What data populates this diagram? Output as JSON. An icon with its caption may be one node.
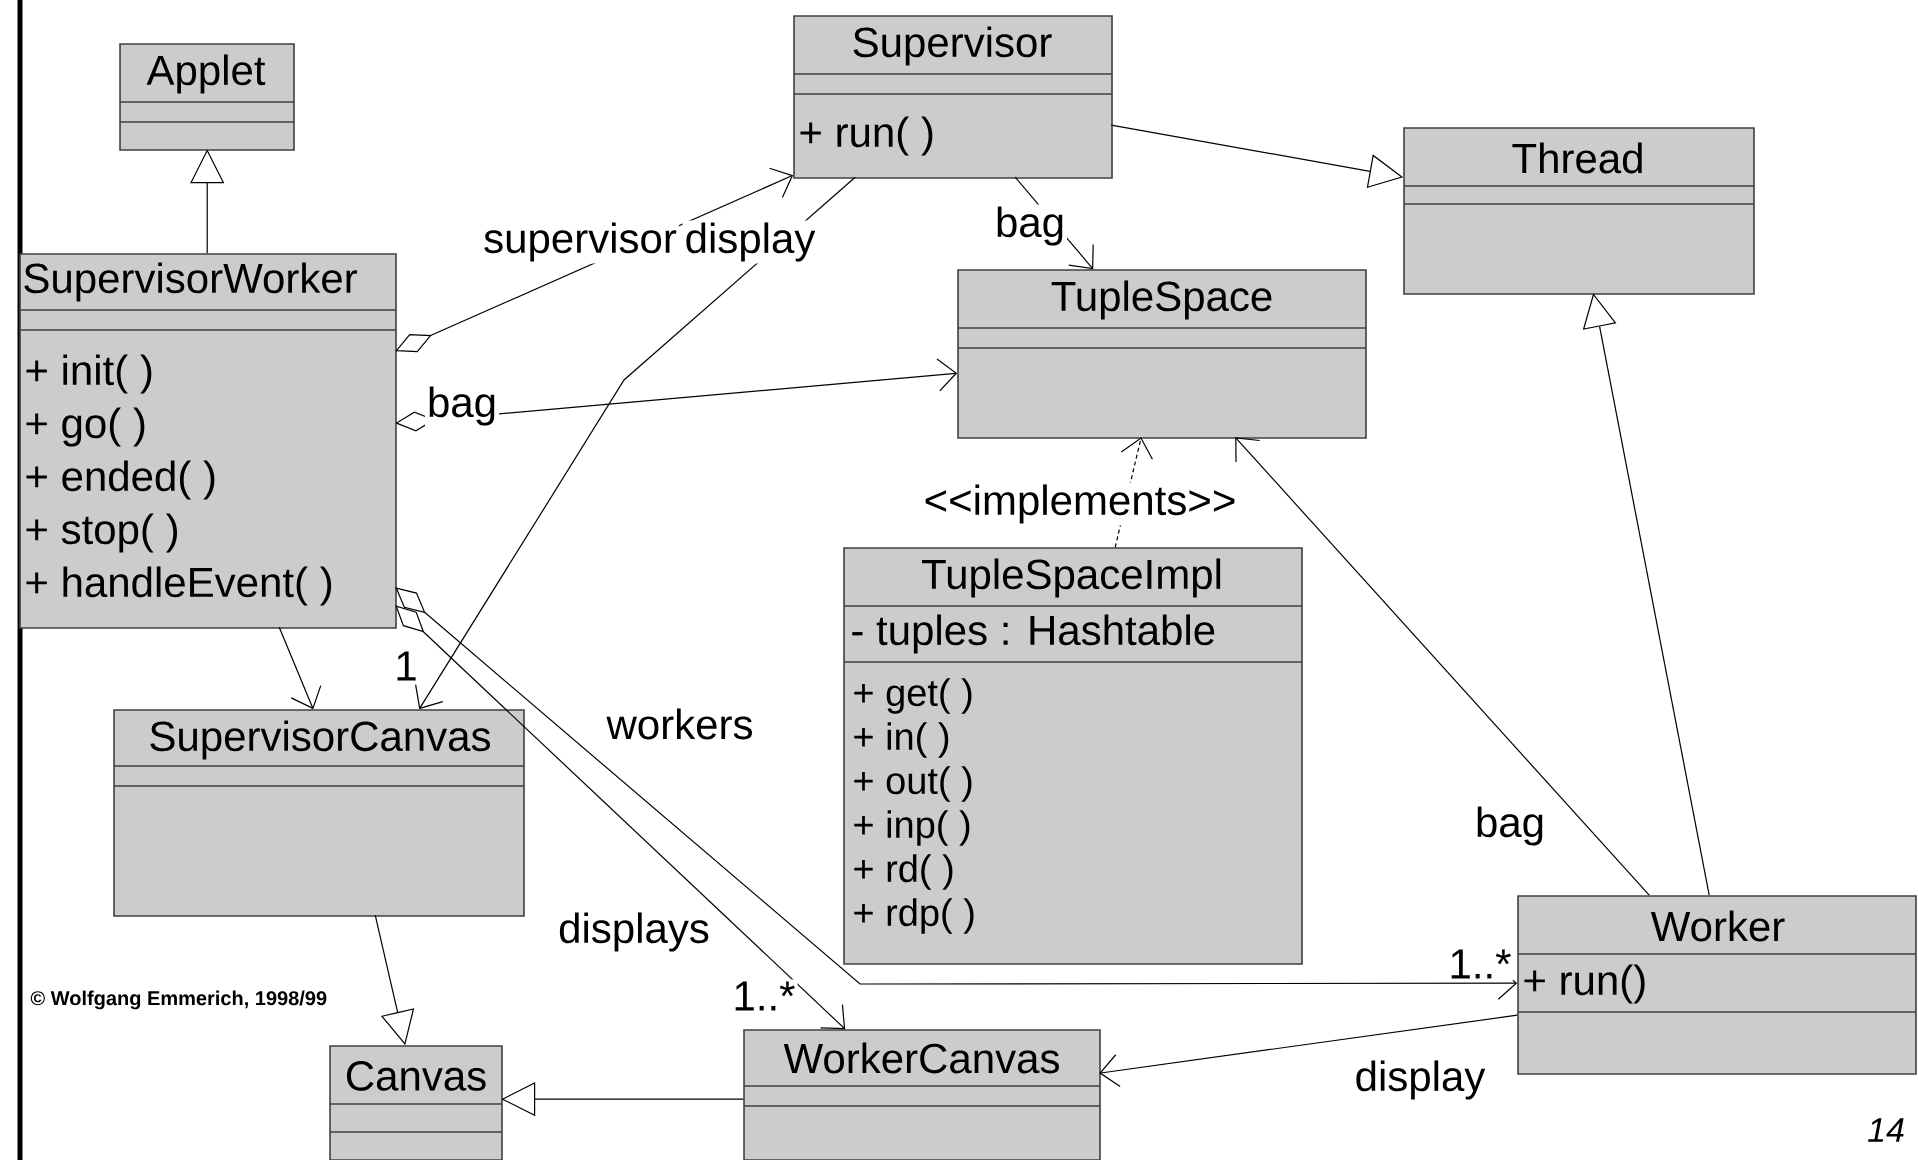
{
  "diagram": {
    "nodes": [
      {
        "text": [
          "Applet"
        ]
      },
      {
        "text": [
          "Supervisor",
          "+ run( )"
        ]
      },
      {
        "text": [
          "Thread"
        ]
      },
      {
        "text": [
          "SupervisorWorker",
          "+ init( )",
          "+ go( )",
          "+ ended( )",
          "+ stop( )",
          "+ handleEvent( )"
        ]
      },
      {
        "text": [
          "TupleSpace"
        ]
      },
      {
        "text": [
          "TupleSpaceImpl",
          "- tuples : Hashtable",
          "+ get( )",
          "+ in( )",
          "+ out( )",
          "+ inp( )",
          "+ rd( )",
          "+ rdp( )"
        ]
      },
      {
        "text": [
          "SupervisorCanvas"
        ]
      },
      {
        "text": [
          "Worker",
          "+ run()"
        ]
      },
      {
        "text": [
          "Canvas"
        ]
      },
      {
        "text": [
          "WorkerCanvas"
        ]
      }
    ],
    "edges": [
      {
        "from": 3,
        "to": 0,
        "arrow": "to"
      },
      {
        "from": 3,
        "to": 1,
        "arrow": "to",
        "label": "supervisor"
      },
      {
        "from": 3,
        "to": 4,
        "arrow": "to",
        "label": "bag"
      },
      {
        "from": 1,
        "to": 6,
        "arrow": "to",
        "label": "display"
      },
      {
        "from": 1,
        "to": 2,
        "arrow": "to"
      },
      {
        "from": 1,
        "to": 4,
        "arrow": "to",
        "label": "bag"
      },
      {
        "from": 3,
        "to": 6,
        "arrow": "to"
      },
      {
        "from": 3,
        "to": 9,
        "arrow": "to",
        "label": "displays"
      },
      {
        "from": 3,
        "to": 7,
        "arrow": "to",
        "label": "workers"
      },
      {
        "from": 5,
        "to": 4,
        "arrow": "to",
        "label": "<<implements>>",
        "style": "dashed"
      },
      {
        "from": 7,
        "to": 4,
        "arrow": "to",
        "label": "bag"
      },
      {
        "from": 7,
        "to": 2,
        "arrow": "to"
      },
      {
        "from": 7,
        "to": 9,
        "arrow": "to",
        "label": "display"
      },
      {
        "from": 9,
        "to": 8,
        "arrow": "to"
      },
      {
        "from": 6,
        "to": 8,
        "arrow": "to"
      }
    ],
    "labels": [
      "1",
      "1..*",
      "1..*",
      "© Wolfgang Emmerich, 1998/99",
      "14"
    ]
  }
}
